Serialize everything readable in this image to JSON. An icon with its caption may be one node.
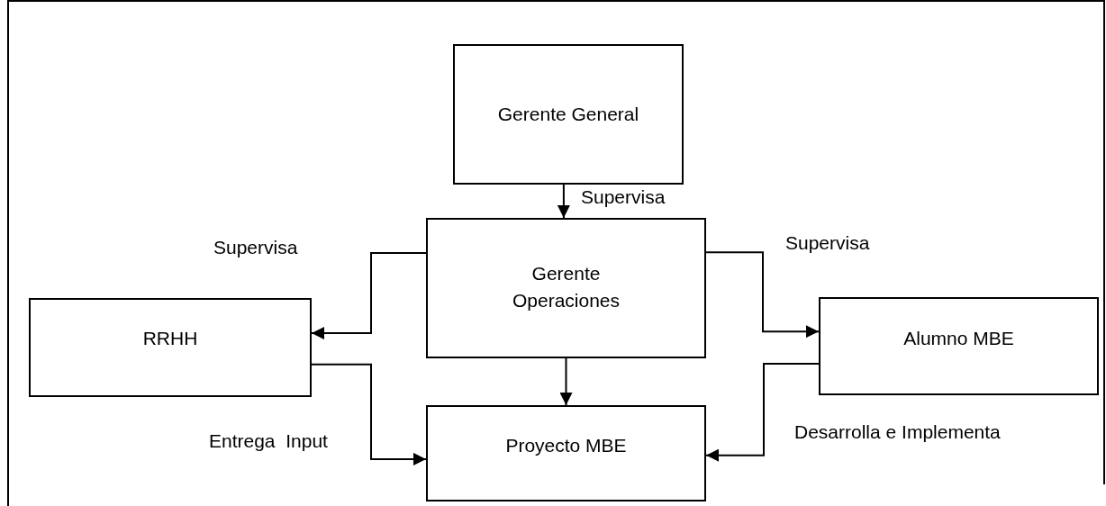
{
  "diagram": {
    "nodes": [
      {
        "text": [
          "Gerente General"
        ]
      },
      {
        "text": [
          "Gerente Operaciones"
        ]
      },
      {
        "text": [
          "RRHH"
        ]
      },
      {
        "text": [
          "Alumno MBE"
        ]
      },
      {
        "text": [
          "Proyecto MBE"
        ]
      }
    ],
    "edges": [
      {
        "from": 0,
        "to": 1,
        "arrow": "to",
        "label": "Supervisa"
      },
      {
        "from": 1,
        "to": 2,
        "arrow": "to",
        "label": "Supervisa"
      },
      {
        "from": 1,
        "to": 3,
        "arrow": "to",
        "label": "Supervisa"
      },
      {
        "from": 1,
        "to": 4,
        "arrow": "to"
      },
      {
        "from": 2,
        "to": 4,
        "arrow": "to",
        "label": "Entrega  Input"
      },
      {
        "from": 3,
        "to": 4,
        "arrow": "to",
        "label": "Desarrolla e Implementa"
      }
    ]
  }
}
